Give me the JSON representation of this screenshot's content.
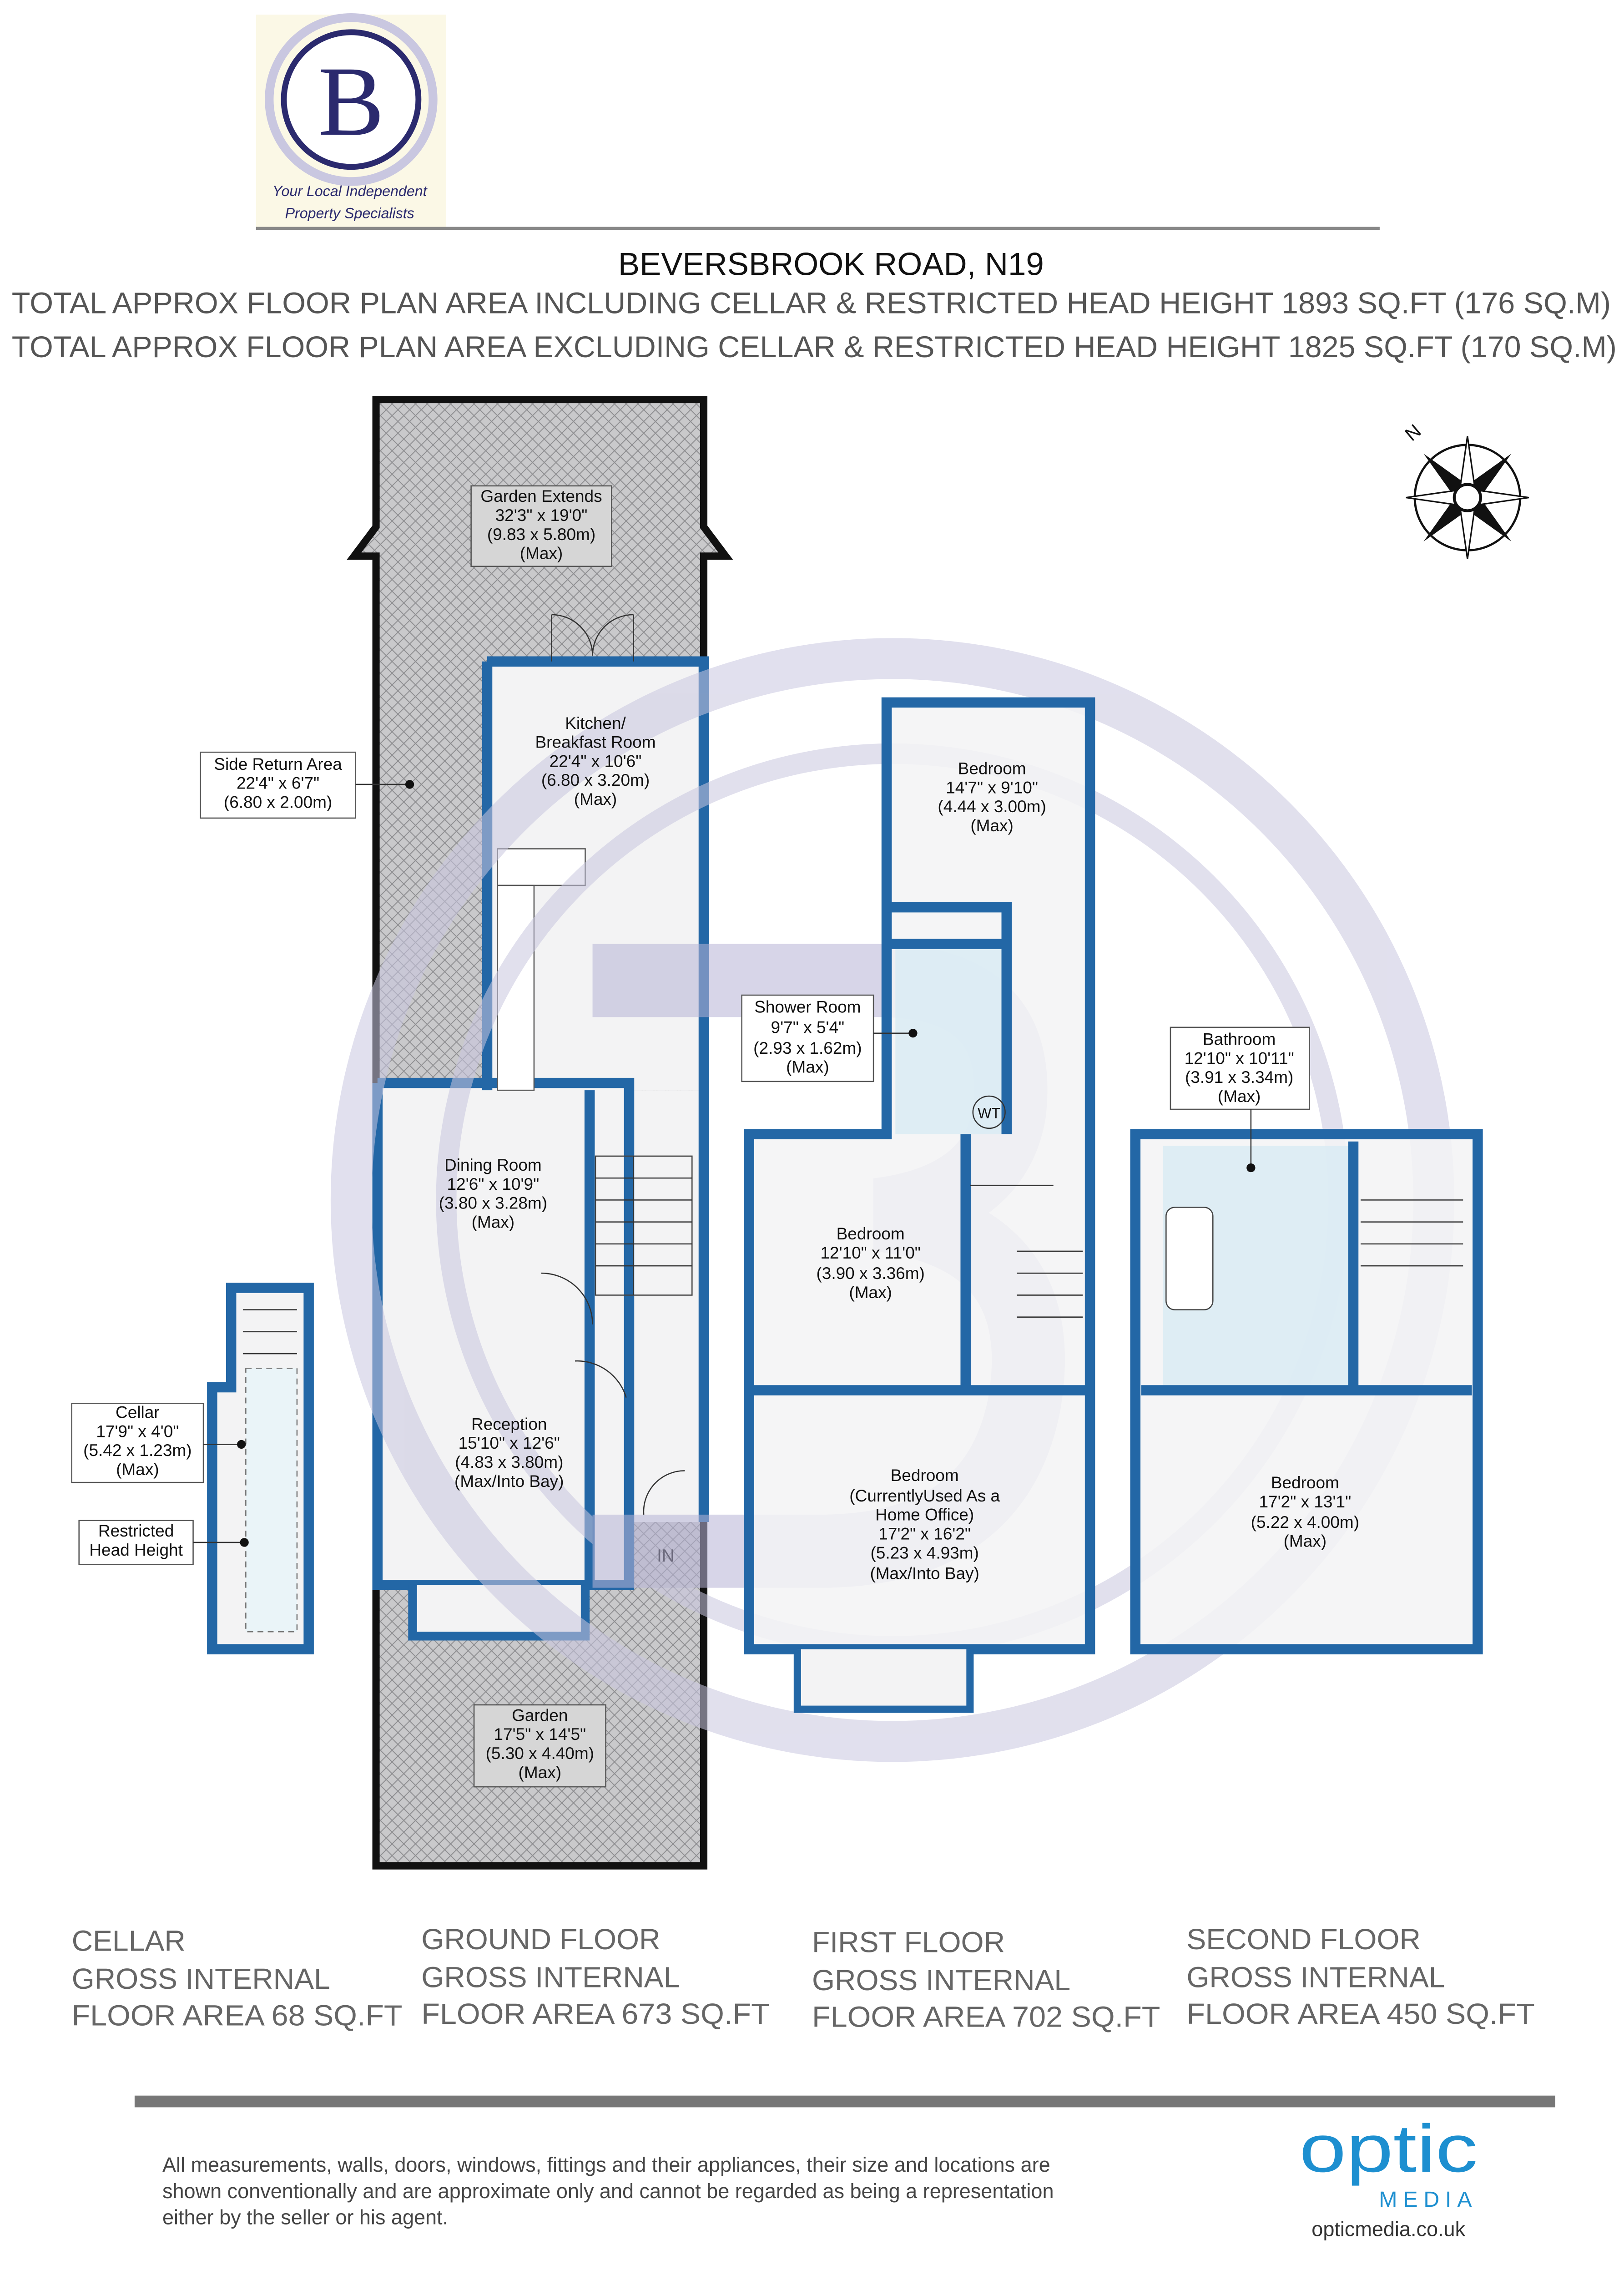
{
  "logo": {
    "letter": "B",
    "tagline_1": "Your Local Independent",
    "tagline_2": "Property Specialists"
  },
  "header": {
    "title": "BEVERSBROOK ROAD, N19",
    "subtitle_1": "TOTAL APPROX FLOOR PLAN AREA INCLUDING CELLAR & RESTRICTED HEAD HEIGHT 1893 SQ.FT (176 SQ.M)",
    "subtitle_2": "TOTAL APPROX FLOOR PLAN AREA EXCLUDING CELLAR & RESTRICTED HEAD HEIGHT 1825 SQ.FT (170 SQ.M)"
  },
  "compass": {
    "label": "N",
    "icon": "compass-rose-icon"
  },
  "colors": {
    "wall": "#2367a6",
    "floor": "#f3f3f4",
    "wet_room": "#d9ebf3",
    "watermark": "#d4d2e6",
    "logo_navy": "#2b2a6e",
    "optic_blue": "#1d8fd0"
  },
  "rooms": {
    "garden_extends": [
      "Garden Extends",
      "32'3\" x 19'0\"",
      "(9.83 x 5.80m)",
      "(Max)"
    ],
    "side_return": [
      "Side Return Area",
      "22'4\" x 6'7\"",
      "(6.80 x 2.00m)"
    ],
    "kitchen": [
      "Kitchen/",
      "Breakfast Room",
      "22'4\" x 10'6\"",
      "(6.80 x 3.20m)",
      "(Max)"
    ],
    "dining": [
      "Dining Room",
      "12'6\" x 10'9\"",
      "(3.80 x 3.28m)",
      "(Max)"
    ],
    "reception": [
      "Reception",
      "15'10\" x 12'6\"",
      "(4.83 x 3.80m)",
      "(Max/Into Bay)"
    ],
    "garden": [
      "Garden",
      "17'5\" x 14'5\"",
      "(5.30 x 4.40m)",
      "(Max)"
    ],
    "entrance": "IN",
    "cellar": [
      "Cellar",
      "17'9\" x 4'0\"",
      "(5.42 x 1.23m)",
      "(Max)"
    ],
    "restricted": [
      "Restricted",
      "Head Height"
    ],
    "bedroom_1f_rear": [
      "Bedroom",
      "14'7\" x 9'10\"",
      "(4.44 x 3.00m)",
      "(Max)"
    ],
    "shower_room": [
      "Shower Room",
      "9'7\" x 5'4\"",
      "(2.93 x 1.62m)",
      "(Max)"
    ],
    "wt": "WT",
    "bedroom_1f_middle": [
      "Bedroom",
      "12'10\" x 11'0\"",
      "(3.90 x 3.36m)",
      "(Max)"
    ],
    "bedroom_1f_front": [
      "Bedroom",
      "(CurrentlyUsed As a",
      "Home Office)",
      "17'2\" x 16'2\"",
      "(5.23 x 4.93m)",
      "(Max/Into Bay)"
    ],
    "bathroom": [
      "Bathroom",
      "12'10\" x 10'11\"",
      "(3.91 x 3.34m)",
      "(Max)"
    ],
    "bedroom_2f": [
      "Bedroom",
      "17'2\" x 13'1\"",
      "(5.22 x 4.00m)",
      "(Max)"
    ]
  },
  "floor_areas": [
    [
      "CELLAR",
      "GROSS INTERNAL",
      "FLOOR AREA 68 SQ.FT"
    ],
    [
      "GROUND FLOOR",
      "GROSS INTERNAL",
      "FLOOR AREA 673 SQ.FT"
    ],
    [
      "FIRST FLOOR",
      "GROSS INTERNAL",
      "FLOOR AREA 702 SQ.FT"
    ],
    [
      "SECOND FLOOR",
      "GROSS INTERNAL",
      "FLOOR AREA 450 SQ.FT"
    ]
  ],
  "disclaimer": [
    "All measurements, walls, doors, windows, fittings and their appliances, their size and locations are",
    "shown conventionally and are approximate only and cannot be regarded as being a representation",
    "either by the seller or his agent."
  ],
  "optic": {
    "brand": "optic",
    "sub": "MEDIA",
    "url": "opticmedia.co.uk"
  }
}
